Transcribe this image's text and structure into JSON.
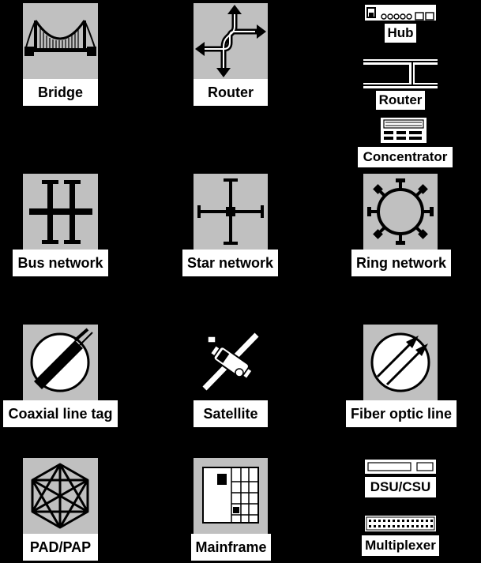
{
  "diagram": {
    "bridge": {
      "label": "Bridge",
      "icon": "bridge-icon"
    },
    "router_large": {
      "label": "Router",
      "icon": "router-arrows-icon"
    },
    "hub": {
      "label": "Hub",
      "icon": "hub-icon"
    },
    "router_small": {
      "label": "Router",
      "icon": "router-cable-icon"
    },
    "concentrator": {
      "label": "Concentrator",
      "icon": "concentrator-icon"
    },
    "bus_network": {
      "label": "Bus network",
      "icon": "bus-network-icon"
    },
    "star_network": {
      "label": "Star network",
      "icon": "star-network-icon"
    },
    "ring_network": {
      "label": "Ring network",
      "icon": "ring-network-icon"
    },
    "coaxial_line_tag": {
      "label": "Coaxial line tag",
      "icon": "coaxial-cable-icon"
    },
    "satellite": {
      "label": "Satellite",
      "icon": "satellite-icon"
    },
    "fiber_optic_line": {
      "label": "Fiber optic line",
      "icon": "fiber-optic-icon"
    },
    "pad_pap": {
      "label": "PAD/PAP",
      "icon": "pad-hexagon-icon"
    },
    "mainframe": {
      "label": "Mainframe",
      "icon": "mainframe-icon"
    },
    "dsu_csu": {
      "label": "DSU/CSU",
      "icon": "dsu-csu-icon"
    },
    "multiplexer": {
      "label": "Multiplexer",
      "icon": "multiplexer-icon"
    }
  },
  "colors": {
    "background": "#000000",
    "tile": "#c0c0c0",
    "label_bg": "#ffffff",
    "ink": "#000000"
  }
}
